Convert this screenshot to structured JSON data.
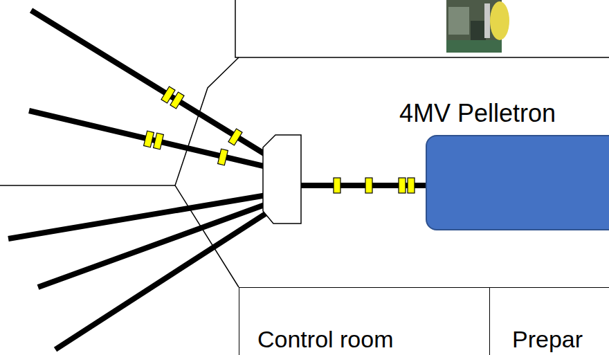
{
  "diagram": {
    "nodes": [
      {
        "text": [
          "4MV Pelletron"
        ]
      },
      {
        "text": [
          "Control room"
        ]
      },
      {
        "text": [
          "Prepar"
        ]
      }
    ]
  }
}
